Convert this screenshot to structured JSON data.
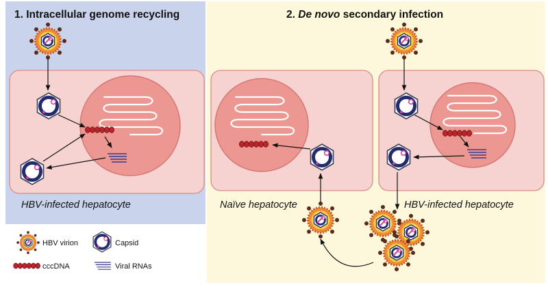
{
  "panels": [
    {
      "number": "1.",
      "title": "Intracellular genome recycling"
    },
    {
      "number": "2.",
      "title_emphasis": "De novo",
      "title_rest": " secondary infection"
    }
  ],
  "cell_captions": {
    "infected_left": "HBV-infected hepatocyte",
    "naive": "Naïve hepatocyte",
    "infected_right": "HBV-infected hepatocyte"
  },
  "legend": {
    "virion": "HBV virion",
    "capsid": "Capsid",
    "cccdna": "cccDNA",
    "rnas": "Viral RNAs"
  },
  "colors": {
    "panel1_bg": "#c9d3ec",
    "panel2_bg": "#fdf7dc",
    "cell_fill": "#f6d3d0",
    "nucleus_fill": "#ec9791",
    "cccdna": "#b8262b",
    "rna": "#3a3a8f",
    "virion_orange": "#f08a3c",
    "virion_yellow": "#f6d442",
    "capsid_navy": "#232a6d"
  }
}
